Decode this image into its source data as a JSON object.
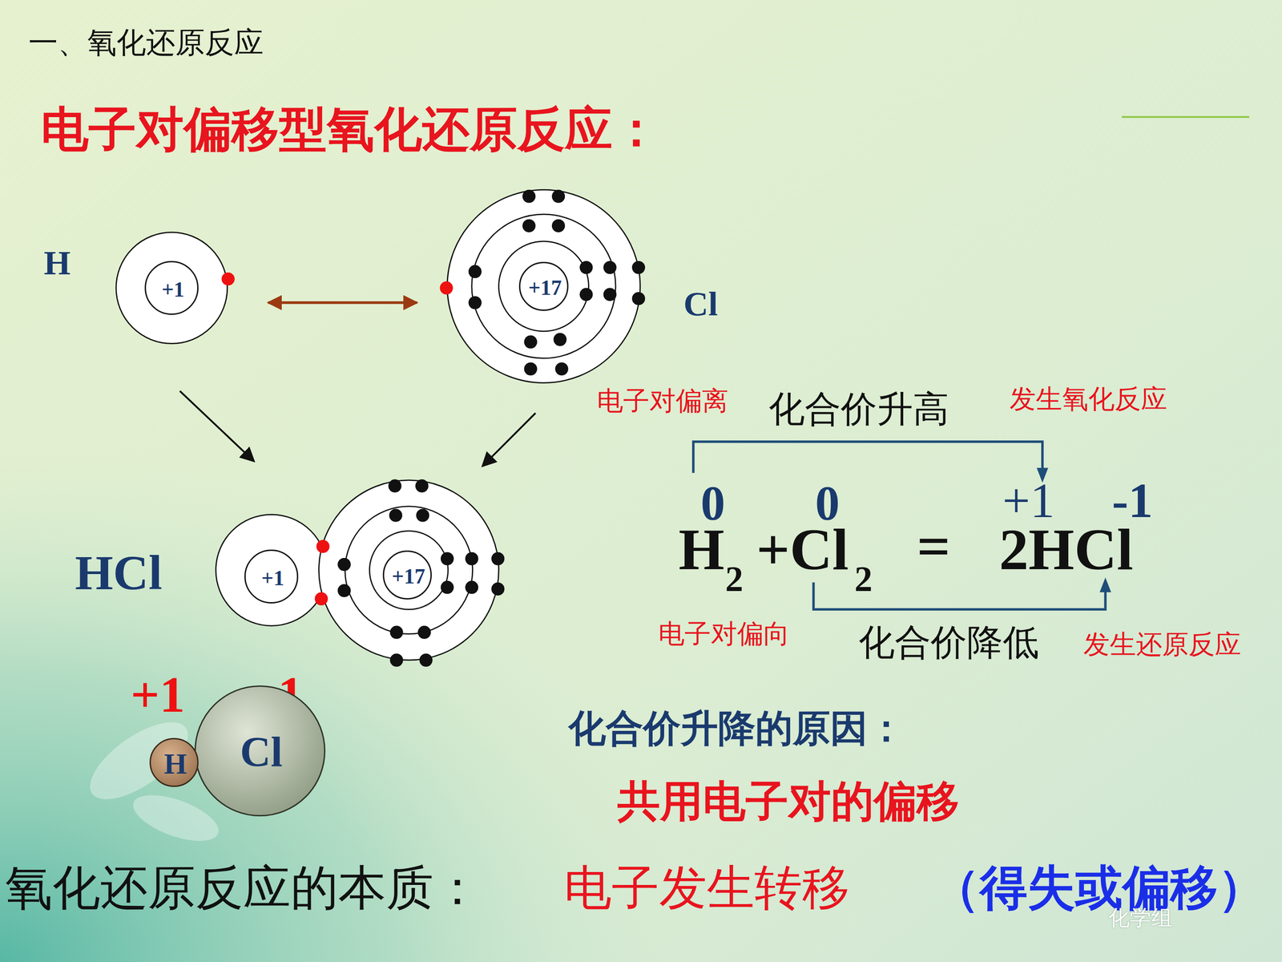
{
  "diagram": {
    "title": "一、氧化还原反应",
    "nodes": [
      {
        "text": [
          "H"
        ]
      },
      {
        "text": [
          "+1"
        ],
        "in": 0
      },
      {
        "text": [
          "Cl"
        ]
      },
      {
        "text": [
          "+17"
        ],
        "in": 2
      },
      {
        "text": [
          "HCl"
        ]
      },
      {
        "text": [
          "+1"
        ],
        "in": 4
      },
      {
        "text": [
          "+17"
        ],
        "in": 4
      },
      {
        "text": [
          "H"
        ]
      },
      {
        "text": [
          "Cl"
        ]
      }
    ],
    "edges": [
      {
        "from": 0,
        "to": 2,
        "arrow": "both"
      },
      {
        "from": 0,
        "to": 4,
        "arrow": "to"
      },
      {
        "from": 2,
        "to": 4,
        "arrow": "to"
      }
    ],
    "labels": [
      "电子对偏移型氧化还原反应：",
      "+1",
      "-1",
      "电子对偏离",
      "化合价升高",
      "发生氧化反应",
      "0",
      "0",
      "+1",
      "-1",
      "H",
      "2",
      "+Cl",
      "2",
      "=",
      "2HCl",
      "电子对偏向",
      "化合价降低",
      "发生还原反应",
      "化合价升降的原因：",
      "共用电子对的偏移",
      "氧化还原反应的本质：",
      "电子发生转移",
      "（得失或偏移）",
      "化学组"
    ]
  }
}
